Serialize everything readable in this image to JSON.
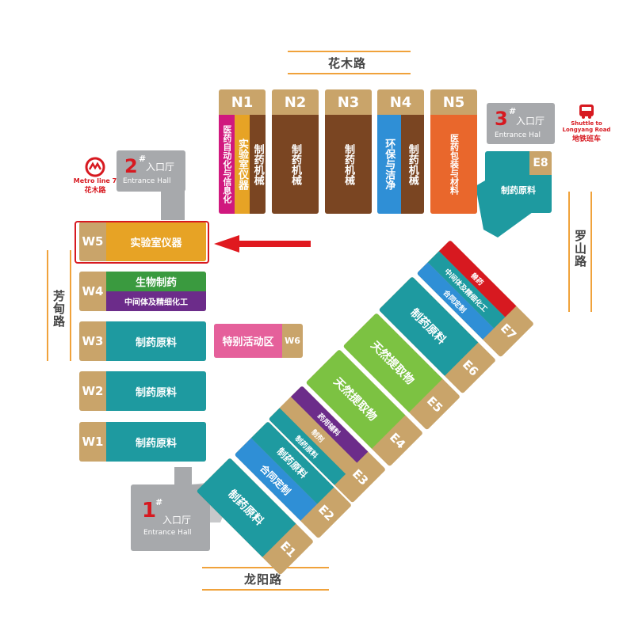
{
  "colors": {
    "tan": "#c9a46a",
    "teal": "#1e9aa0",
    "brown": "#7a4522",
    "blue": "#2f8fd6",
    "orange": "#e9672c",
    "purple": "#6c2c8a",
    "magenta": "#d0187e",
    "green": "#7cc242",
    "darkgreen": "#3a9a3f",
    "gold": "#e7a325",
    "red": "#d71920",
    "pink": "#e5609b",
    "grey": "#a7a9ac"
  },
  "roads": {
    "north": "花木路",
    "south": "龙阳路",
    "west": "芳甸路",
    "east": "罗山路"
  },
  "entrances": {
    "e1": {
      "num": "1",
      "mark": "#",
      "cn": "入口厅",
      "en": "Entrance Hall"
    },
    "e2": {
      "num": "2",
      "mark": "#",
      "cn": "入口厅",
      "en": "Entrance Hall"
    },
    "e3": {
      "num": "3",
      "mark": "#",
      "cn": "入口厅",
      "en": "Entrance Hal"
    }
  },
  "metro": {
    "line": "Metro line 7",
    "station": "花木路",
    "icon": "metro-logo-icon"
  },
  "shuttle": {
    "en1": "Shuttle to",
    "en2": "Longyang Road",
    "cn": "地铁班车",
    "icon": "bus-icon"
  },
  "north_halls": [
    {
      "id": "N1",
      "bands": [
        "医药自动化与信息化",
        "实验室仪器",
        "制药机械"
      ]
    },
    {
      "id": "N2",
      "bands": [
        "制药机械"
      ]
    },
    {
      "id": "N3",
      "bands": [
        "制药机械"
      ]
    },
    {
      "id": "N4",
      "bands": [
        "环保与洁净",
        "制药机械"
      ]
    },
    {
      "id": "N5",
      "bands": [
        "医药包装与材料"
      ]
    }
  ],
  "west_halls": [
    {
      "id": "W5",
      "bands": [
        "实验室仪器"
      ]
    },
    {
      "id": "W4",
      "bands": [
        "生物制药",
        "中间体及精细化工"
      ]
    },
    {
      "id": "W3",
      "bands": [
        "制药原料"
      ]
    },
    {
      "id": "W2",
      "bands": [
        "制药原料"
      ]
    },
    {
      "id": "W1",
      "bands": [
        "制药原料"
      ]
    }
  ],
  "w6": {
    "id": "W6",
    "label": "特别活动区"
  },
  "east_halls": [
    {
      "id": "E1",
      "bands": [
        "制药原料"
      ]
    },
    {
      "id": "E2",
      "bands": [
        "制药原料",
        "合同定制"
      ]
    },
    {
      "id": "E3",
      "bands": [
        "药用辅料",
        "制剂",
        "制药原料"
      ]
    },
    {
      "id": "E4",
      "bands": [
        "天然提取物"
      ]
    },
    {
      "id": "E5",
      "bands": [
        "天然提取物"
      ]
    },
    {
      "id": "E6",
      "bands": [
        "制药原料"
      ]
    },
    {
      "id": "E7",
      "bands": [
        "兽药",
        "中间体及精细化工",
        "合同定制"
      ]
    },
    {
      "id": "E8",
      "bands": [
        "制药原料"
      ]
    }
  ]
}
